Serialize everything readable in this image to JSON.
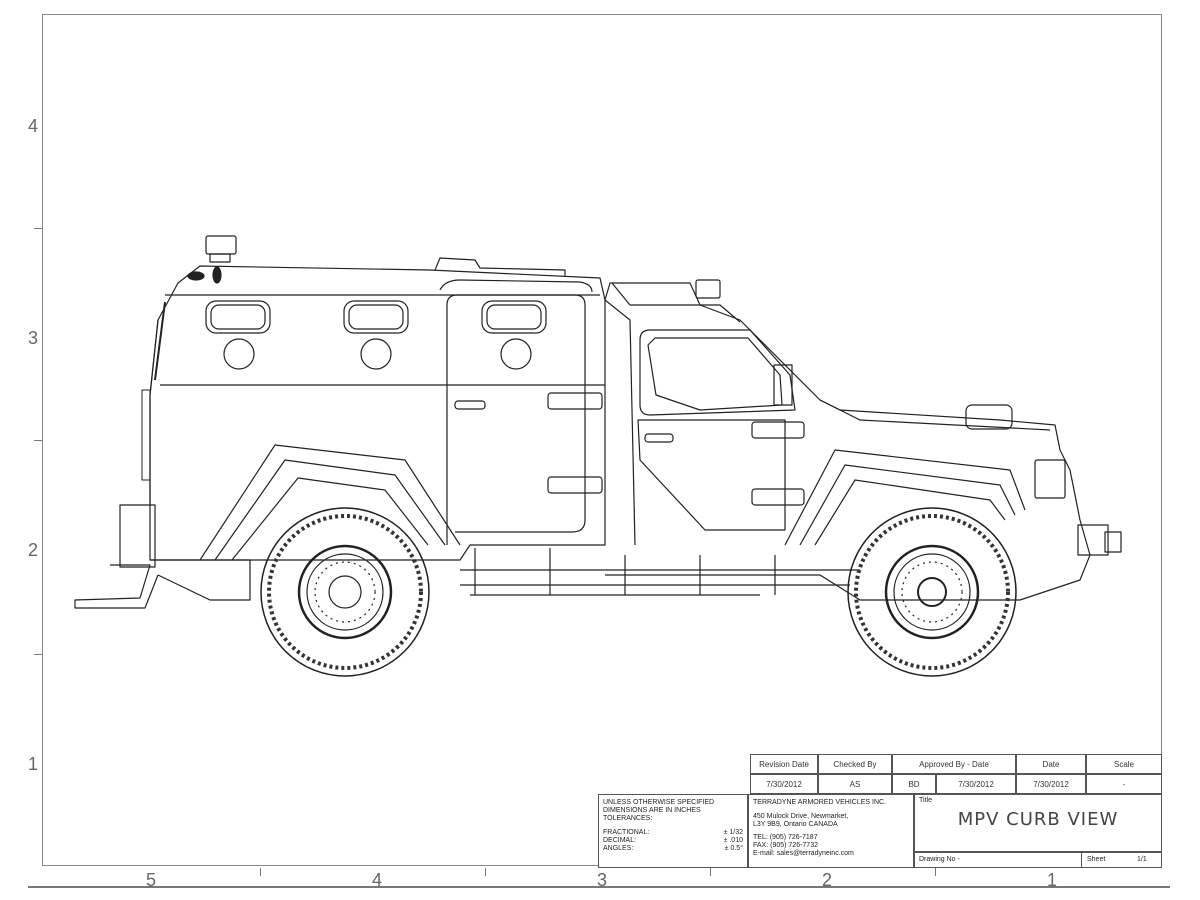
{
  "drawing": {
    "title": "MPV CURB VIEW",
    "title_label": "Title",
    "drawing_no_label": "Drawing No -",
    "sheet_label": "Sheet",
    "sheet_value": "1/1"
  },
  "revision_table": {
    "headers": [
      "Revision Date",
      "Checked By",
      "Approved By - Date",
      "Date",
      "Scale"
    ],
    "values": [
      "7/30/2012",
      "AS",
      "BD",
      "7/30/2012",
      "7/30/2012",
      "-"
    ]
  },
  "company": {
    "name": "TERRADYNE ARMORED VEHICLES INC.",
    "address_line1": "450 Mulock Drive, Newmarket,",
    "address_line2": "L3Y 9B9, Ontario   CANADA",
    "phone": "TEL: (905) 726-7187",
    "fax": "FAX: (905) 726-7732",
    "email": "E-mail: sales@terradyneinc.com"
  },
  "tolerances": {
    "note_line1": "UNLESS OTHERWISE SPECIFIED",
    "note_line2": "DIMENSIONS ARE IN INCHES",
    "note_line3": "TOLERANCES:",
    "fractional_label": "FRACTIONAL:",
    "fractional_value": "± 1/32",
    "decimal_label": "DECIMAL:",
    "decimal_value": "± .010",
    "angles_label": "ANGLES:",
    "angles_value": "± 0.5°"
  },
  "zones": {
    "vertical": [
      "4",
      "3",
      "2",
      "1"
    ],
    "horizontal": [
      "5",
      "4",
      "3",
      "2",
      "1"
    ]
  },
  "colors": {
    "line": "#222222",
    "frame": "#888888"
  }
}
